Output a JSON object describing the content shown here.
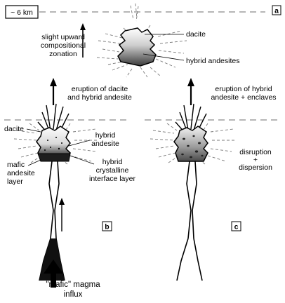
{
  "panel_a": {
    "depth_label": "~ 6 km",
    "zonation_line1": "slight upward",
    "zonation_line2": "compositional",
    "zonation_line3": "zonation",
    "dacite_label": "dacite",
    "hybrid_andesites_label": "hybrid andesites",
    "letter": "a"
  },
  "panel_b": {
    "eruption_line1": "eruption of dacite",
    "eruption_line2": "and hybrid andesite",
    "dacite_label": "dacite",
    "hybrid_andesite_line1": "hybrid",
    "hybrid_andesite_line2": "andesite",
    "mafic_line1": "mafic",
    "mafic_line2": "andesite",
    "mafic_line3": "layer",
    "interface_line1": "hybrid",
    "interface_line2": "crystalline",
    "interface_line3": "interface layer",
    "letter": "b",
    "influx_line1": "\"mafic\" magma",
    "influx_line2": "influx"
  },
  "panel_c": {
    "eruption_line1": "eruption of hybrid",
    "eruption_line2": "andesite + enclaves",
    "disruption_line1": "disruption",
    "disruption_line2": "+",
    "disruption_line3": "dispersion",
    "letter": "c"
  },
  "colors": {
    "ink": "#000000",
    "dash_gray": "#8a8a8a",
    "chamber_light": "#f2f2f2",
    "chamber_dark": "#2b2b2b"
  }
}
